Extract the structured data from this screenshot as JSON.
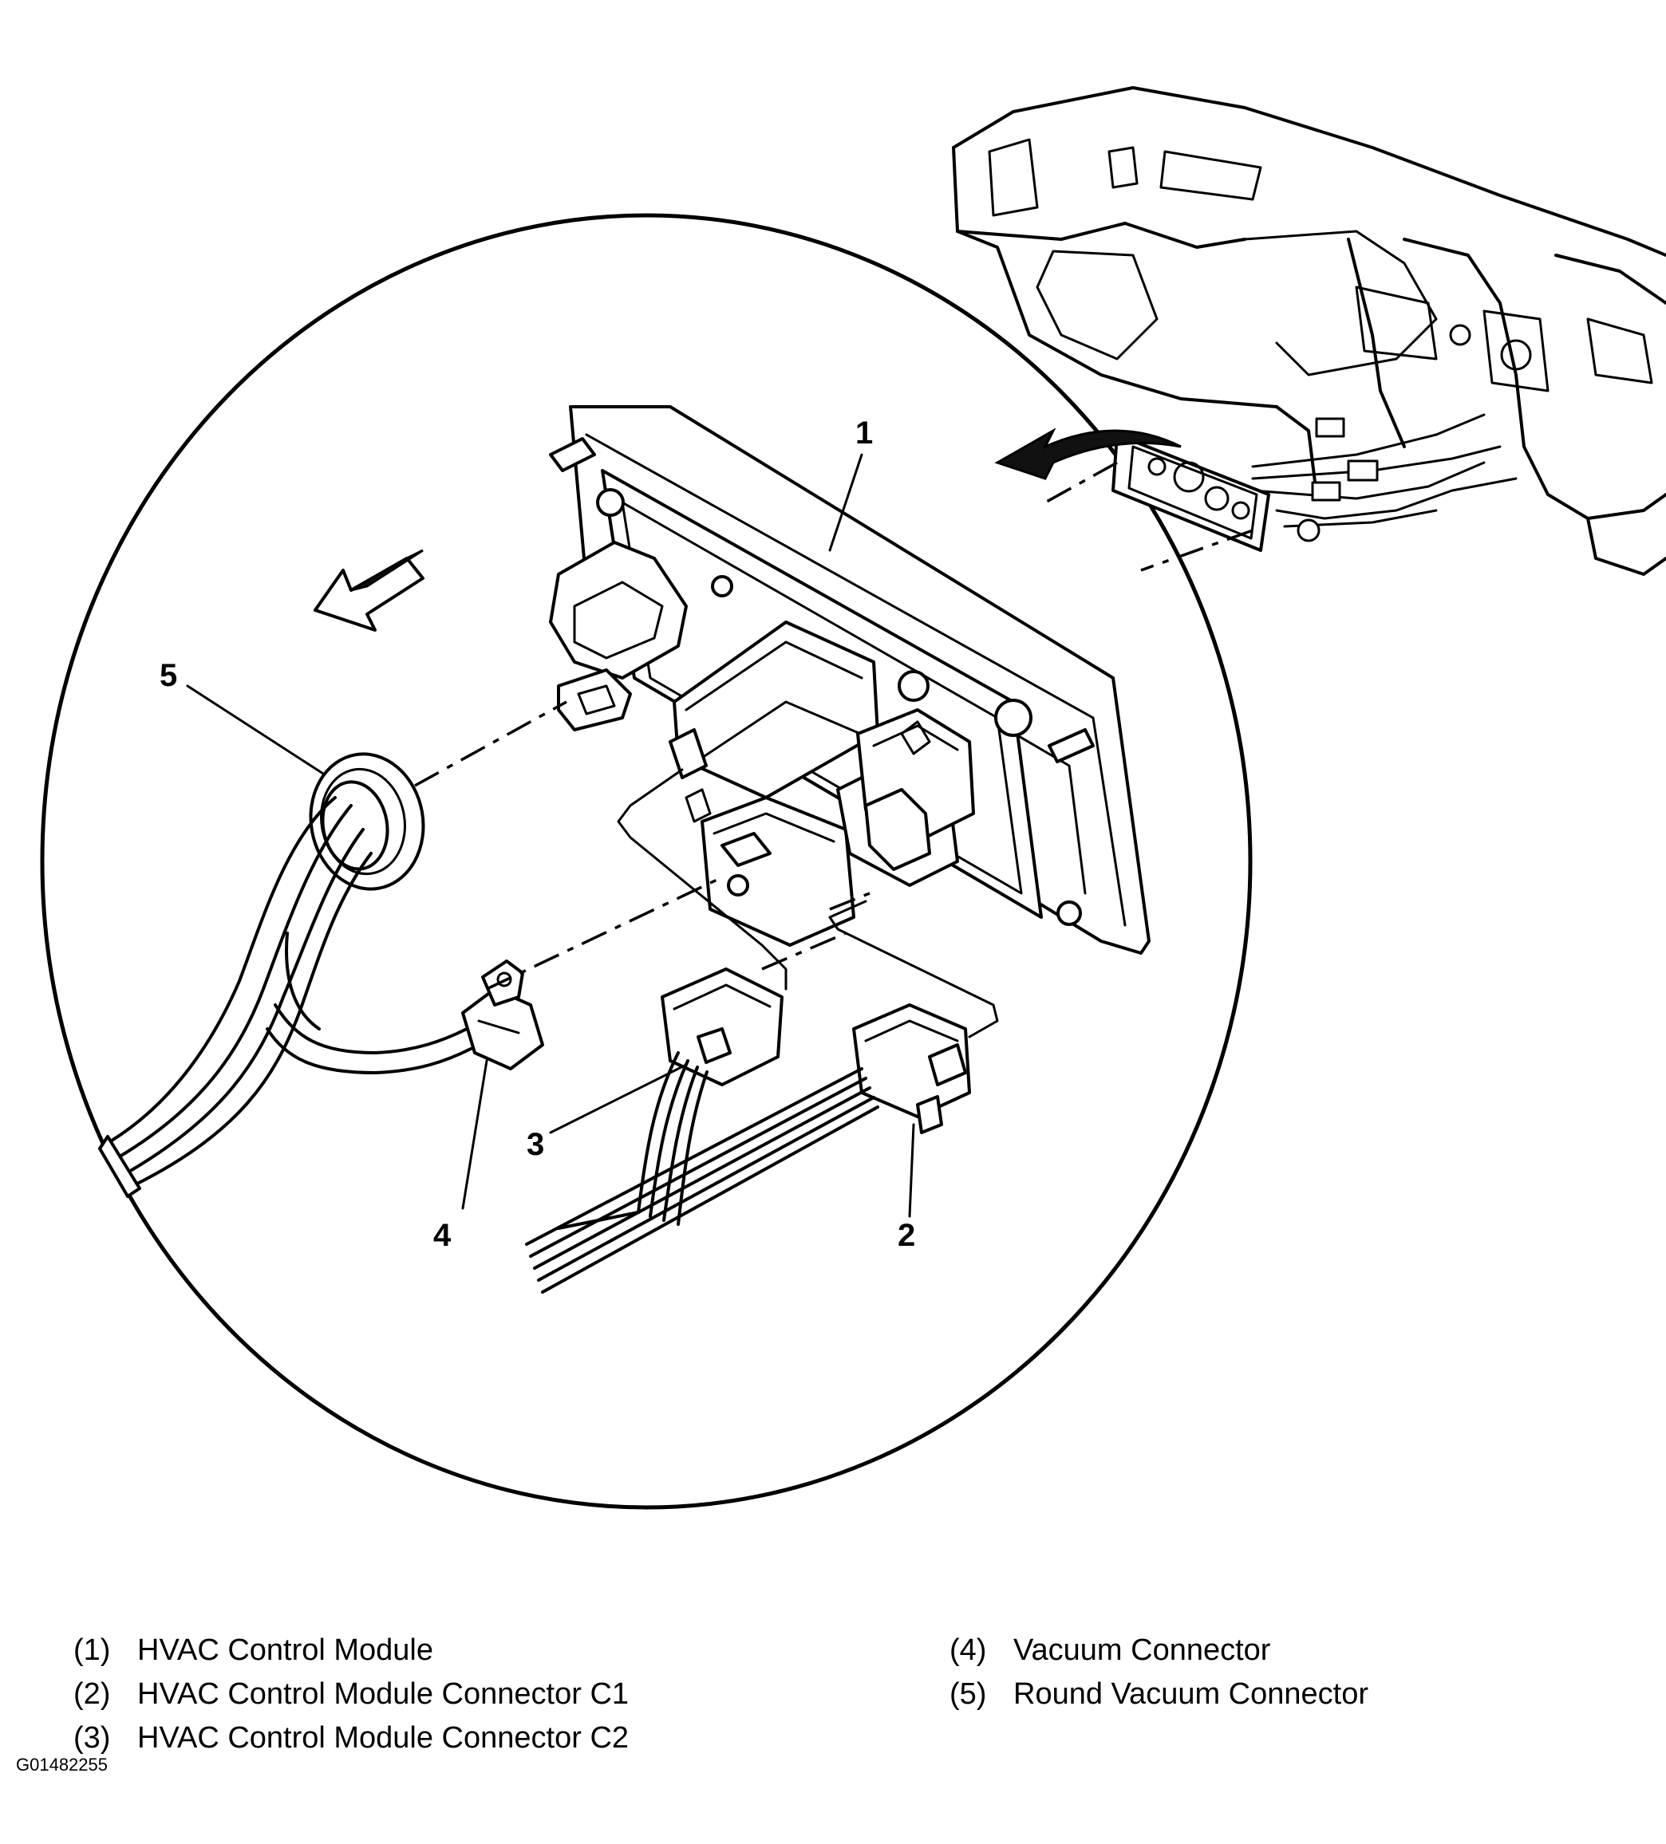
{
  "callouts": [
    "1",
    "2",
    "3",
    "4",
    "5"
  ],
  "legend": [
    {
      "num": "(1)",
      "label": "HVAC Control Module"
    },
    {
      "num": "(2)",
      "label": "HVAC Control Module Connector C1"
    },
    {
      "num": "(3)",
      "label": "HVAC Control Module Connector C2"
    },
    {
      "num": "(4)",
      "label": "Vacuum Connector"
    },
    {
      "num": "(5)",
      "label": "Round Vacuum Connector"
    }
  ],
  "figure_id": "G01482255"
}
